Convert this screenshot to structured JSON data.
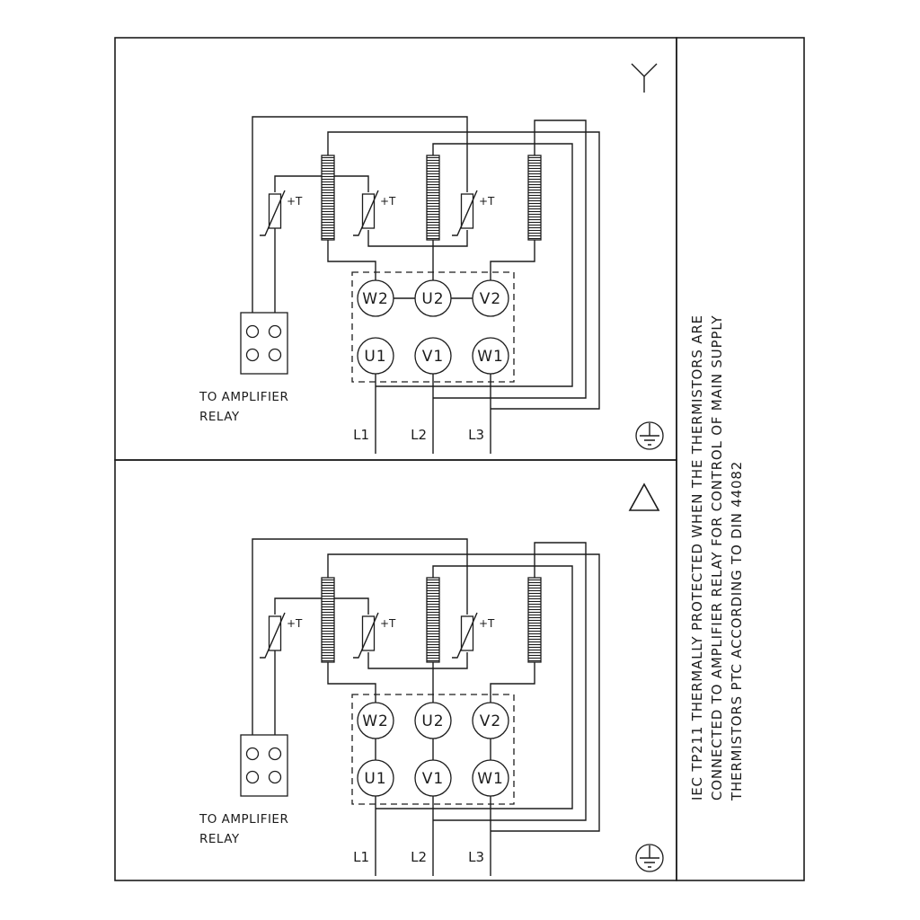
{
  "diagram_type": "motor-terminal-wiring",
  "colors": {
    "line": "#1c1c1c",
    "background": "#ffffff"
  },
  "sidebar": {
    "lines": [
      "IEC TP211 THERMALLY PROTECTED WHEN THE THERMISTORS ARE",
      "CONNECTED TO AMPLIFIER RELAY FOR CONTROL OF MAIN SUPPLY",
      "THERMISTORS PTC ACCORDING TO DIN 44082"
    ]
  },
  "panels": [
    {
      "connection": "star",
      "connection_icon": "star-connection-icon",
      "thermistor_label": "+T",
      "relay_label": {
        "line1": "TO AMPLIFIER",
        "line2": "RELAY"
      },
      "terminals_top": [
        "W2",
        "U2",
        "V2"
      ],
      "terminals_bottom": [
        "U1",
        "V1",
        "W1"
      ],
      "supply_lines": [
        "L1",
        "L2",
        "L3"
      ],
      "ground_icon": "earth-ground-icon"
    },
    {
      "connection": "delta",
      "connection_icon": "delta-connection-icon",
      "thermistor_label": "+T",
      "relay_label": {
        "line1": "TO AMPLIFIER",
        "line2": "RELAY"
      },
      "terminals_top": [
        "W2",
        "U2",
        "V2"
      ],
      "terminals_bottom": [
        "U1",
        "V1",
        "W1"
      ],
      "supply_lines": [
        "L1",
        "L2",
        "L3"
      ],
      "ground_icon": "earth-ground-icon"
    }
  ]
}
